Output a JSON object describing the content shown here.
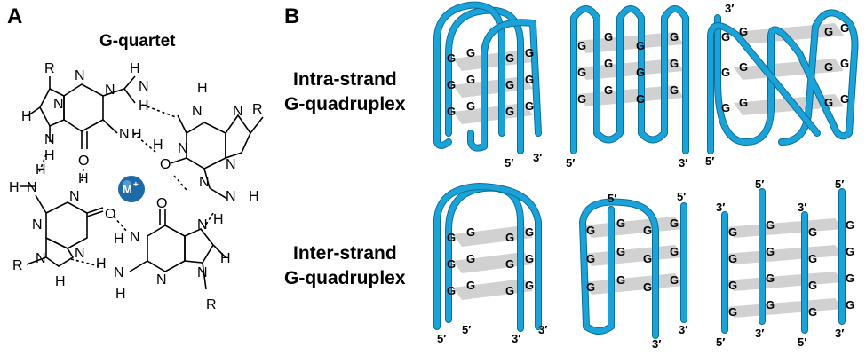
{
  "panels": {
    "a": {
      "label": "A",
      "title": "G-quartet",
      "ion": "M",
      "ion_charge": "+"
    },
    "b": {
      "label": "B"
    }
  },
  "rows": {
    "intra": {
      "line1": "Intra-strand",
      "line2": "G-quadruplex"
    },
    "inter": {
      "line1": "Inter-strand",
      "line2": "G-quadruplex"
    }
  },
  "guanine": "G",
  "ends": {
    "five": "5′",
    "three": "3′"
  },
  "colors": {
    "strand": "#1aa3d9",
    "plane": "#c9c9c9",
    "ion": "#1c6aa8"
  }
}
